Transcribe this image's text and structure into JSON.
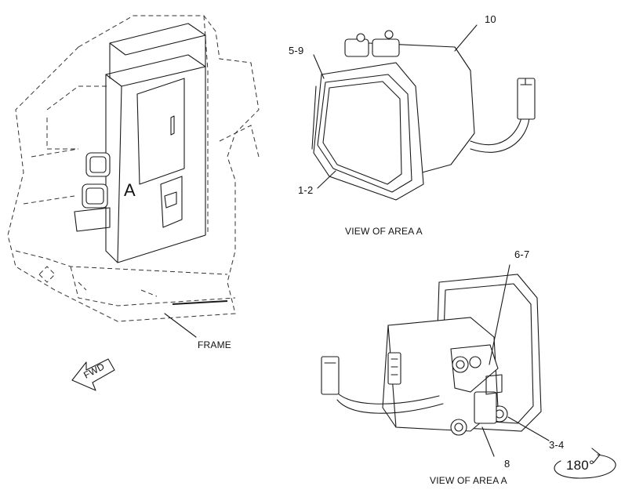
{
  "labels": {
    "callout_10": "10",
    "callout_5_9": "5-9",
    "callout_1_2": "1-2",
    "view_top": "VIEW OF AREA A",
    "area_a": "A",
    "frame": "FRAME",
    "fwd": "FWD",
    "callout_6_7": "6-7",
    "callout_3_4": "3-4",
    "callout_8": "8",
    "view_bottom": "VIEW OF AREA A",
    "rotation": "180°"
  }
}
